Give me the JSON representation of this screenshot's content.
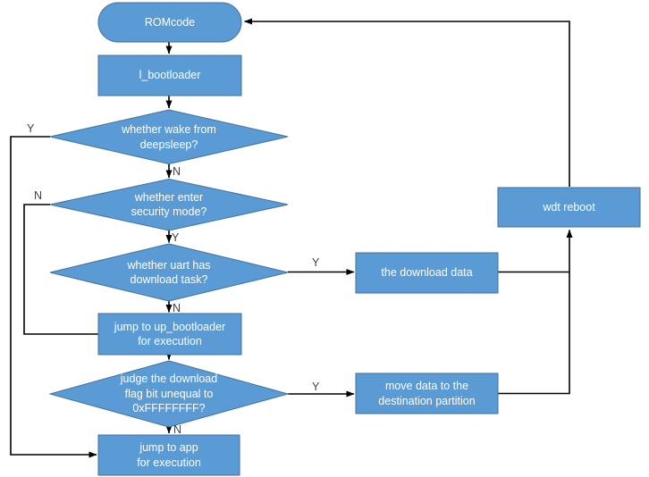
{
  "diagram": {
    "type": "flowchart",
    "colors": {
      "node_fill": "#5B9BD5",
      "node_border": "#41719C",
      "connector": "#000000",
      "node_text": "#ffffff",
      "edge_label_text": "#3f3f3f",
      "background": "#ffffff"
    },
    "nodes": {
      "romcode": {
        "type": "terminator",
        "label": "ROMcode"
      },
      "l_bootloader": {
        "type": "process",
        "label": "l_bootloader"
      },
      "wake_deepsleep": {
        "type": "decision",
        "label": "whether wake from\ndeepsleep?"
      },
      "security_mode": {
        "type": "decision",
        "label": "whether enter\nsecurity mode?"
      },
      "uart_download": {
        "type": "decision",
        "label": "whether uart has\ndownload task?"
      },
      "jump_up_bootloader": {
        "type": "process",
        "label": "jump to up_bootloader\nfor execution"
      },
      "download_flag": {
        "type": "decision",
        "label": "judge the download\nflag bit unequal to\n0xFFFFFFFF?"
      },
      "jump_app": {
        "type": "process",
        "label": "jump to app\nfor execution"
      },
      "download_data": {
        "type": "process",
        "label": "the download data"
      },
      "move_data": {
        "type": "process",
        "label": "move data to the\ndestination partition"
      },
      "wdt_reboot": {
        "type": "process",
        "label": "wdt reboot"
      }
    },
    "edge_labels": {
      "wake_yes": "Y",
      "wake_no": "N",
      "security_no": "N",
      "security_yes": "Y",
      "uart_yes": "Y",
      "uart_no": "N",
      "flag_yes": "Y",
      "flag_no": "N"
    }
  }
}
